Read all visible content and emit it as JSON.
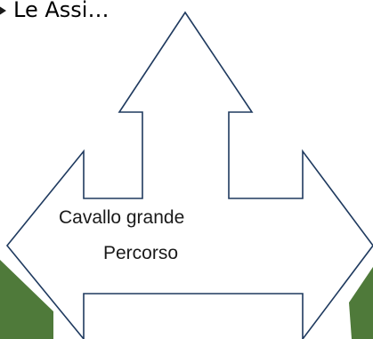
{
  "slide": {
    "title_fragment": "Le Assi…"
  },
  "diagram": {
    "labels": {
      "center": "Cavallo grande",
      "bottom": "Percorso"
    }
  },
  "colors": {
    "background": "#ffffff",
    "arrow_fill": "#ffffff",
    "arrow_stroke": "#1f3a5f",
    "green_accent": "#4f7a3a",
    "text": "#1a1a1a"
  }
}
